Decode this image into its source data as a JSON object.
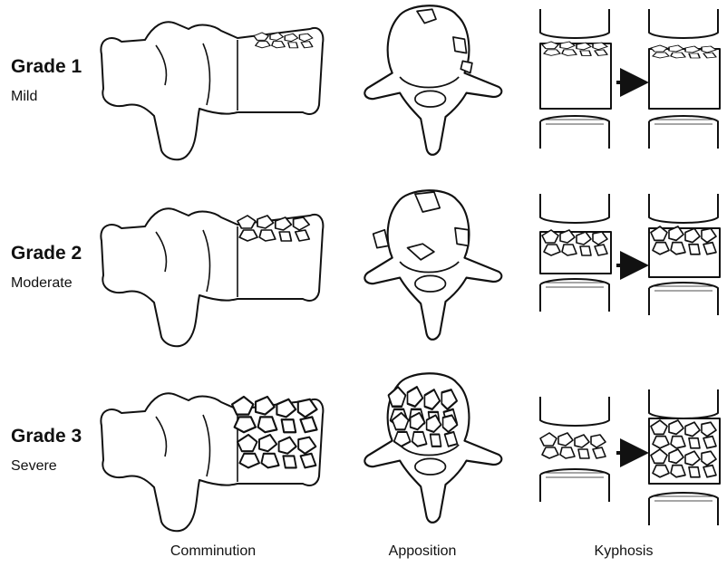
{
  "rows": [
    {
      "title": "Grade 1",
      "subtitle": "Mild"
    },
    {
      "title": "Grade 2",
      "subtitle": "Moderate"
    },
    {
      "title": "Grade 3",
      "subtitle": "Severe"
    }
  ],
  "columns": [
    {
      "label": "Comminution"
    },
    {
      "label": "Apposition"
    },
    {
      "label": "Kyphosis"
    }
  ]
}
